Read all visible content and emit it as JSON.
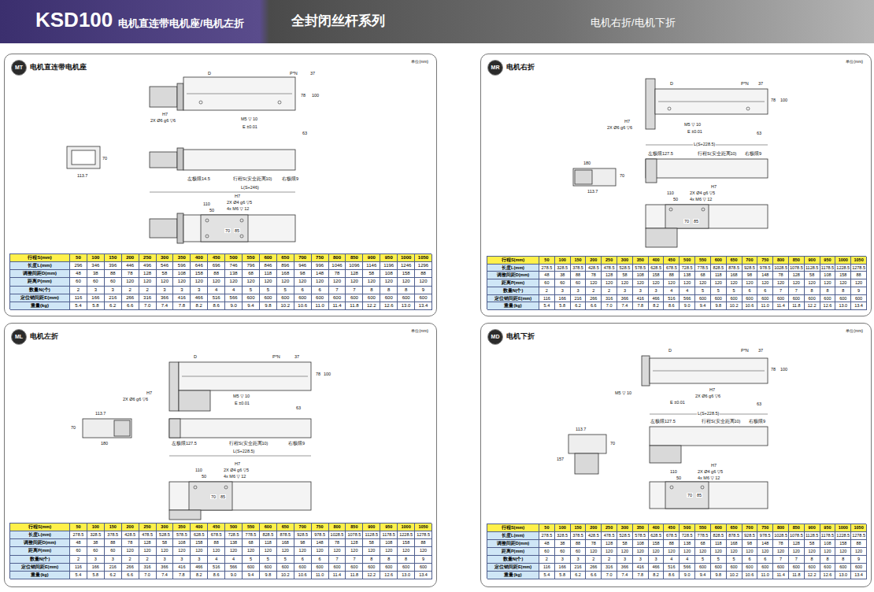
{
  "diagram": {
    "title": "KSD100",
    "nodes": [
      {
        "text": [
          "电机直连带电机座/电机左折",
          "全封闭丝杆系列",
          "电机右折/电机下折"
        ]
      },
      {
        "text": [
          "电机直连带电机座",
          "单位(mm)"
        ]
      },
      {
        "text": [
          "MT"
        ],
        "in": 1
      },
      {
        "text": [
          "电机右折",
          "单位(mm)"
        ]
      },
      {
        "text": [
          "MR"
        ],
        "in": 3
      },
      {
        "text": [
          "电机左折",
          "单位(mm)"
        ]
      },
      {
        "text": [
          "ML"
        ],
        "in": 5
      },
      {
        "text": [
          "电机下折",
          "单位(mm)"
        ]
      },
      {
        "text": [
          "MD"
        ],
        "in": 7
      }
    ],
    "labels": [
      "D",
      "P*N",
      "37",
      "78",
      "100",
      "H7",
      "2X Ø6 g6 ▽6",
      "M5 ▽ 10",
      "E ±0.01",
      "63",
      "70",
      "113.7",
      "左极限14.5",
      "行程S(安全距离10)",
      "右极限9",
      "L(S+246)",
      "H7",
      "2X Ø4 g6 ▽5",
      "110",
      "50",
      "4x M6 ▽ 12",
      "70",
      "85",
      "行程S(mm)",
      "50",
      "100",
      "150",
      "200",
      "250",
      "300",
      "350",
      "400",
      "450",
      "500",
      "550",
      "600",
      "650",
      "700",
      "750",
      "800",
      "850",
      "900",
      "950",
      "1000",
      "1050",
      "长度L(mm)",
      "296",
      "346",
      "396",
      "446",
      "496",
      "546",
      "596",
      "646",
      "696",
      "746",
      "796",
      "846",
      "896",
      "946",
      "996",
      "1046",
      "1096",
      "1146",
      "1196",
      "1246",
      "1296",
      "调整间距D(mm)",
      "48",
      "38",
      "88",
      "78",
      "128",
      "58",
      "108",
      "158",
      "88",
      "138",
      "68",
      "118",
      "168",
      "98",
      "148",
      "78",
      "128",
      "58",
      "108",
      "158",
      "88",
      "距离P(mm)",
      "60",
      "60",
      "60",
      "120",
      "120",
      "120",
      "120",
      "120",
      "120",
      "120",
      "120",
      "120",
      "120",
      "120",
      "120",
      "120",
      "120",
      "120",
      "120",
      "120",
      "120",
      "数量N(个)",
      "2",
      "3",
      "3",
      "2",
      "2",
      "3",
      "3",
      "3",
      "4",
      "4",
      "5",
      "5",
      "5",
      "6",
      "6",
      "7",
      "7",
      "8",
      "8",
      "8",
      "9",
      "定位销间距E(mm)",
      "116",
      "166",
      "216",
      "266",
      "316",
      "366",
      "416",
      "466",
      "516",
      "566",
      "600",
      "600",
      "600",
      "600",
      "600",
      "600",
      "600",
      "600",
      "600",
      "600",
      "600",
      "重量(kg)",
      "5.4",
      "5.8",
      "6.2",
      "6.6",
      "7.0",
      "7.4",
      "7.8",
      "8.2",
      "8.6",
      "9.0",
      "9.4",
      "9.8",
      "10.2",
      "10.6",
      "11.0",
      "11.4",
      "11.8",
      "12.2",
      "12.6",
      "13.0",
      "13.4",
      "D",
      "P*N",
      "37",
      "78",
      "100",
      "H7",
      "2X Ø6 g6 ▽6",
      "M5 ▽ 10",
      "E ±0.01",
      "63",
      "L(S+228.5)",
      "左极限127.5",
      "行程S(安全距离10)",
      "右极限9",
      "180",
      "70",
      "113.7",
      "110",
      "H7",
      "2X Ø4 g6 ▽5",
      "50",
      "4x M6 ▽ 12",
      "70",
      "85",
      "行程S(mm)",
      "50",
      "100",
      "150",
      "200",
      "250",
      "300",
      "350",
      "400",
      "450",
      "500",
      "550",
      "600",
      "650",
      "700",
      "750",
      "800",
      "850",
      "900",
      "950",
      "1000",
      "1050",
      "长度L(mm)",
      "278.5",
      "328.5",
      "378.5",
      "428.5",
      "478.5",
      "528.5",
      "578.5",
      "628.5",
      "678.5",
      "728.5",
      "778.5",
      "828.5",
      "878.5",
      "928.5",
      "978.5",
      "1028.5",
      "1078.5",
      "1128.5",
      "1178.5",
      "1228.5",
      "1278.5",
      "调整间距D(mm)",
      "48",
      "38",
      "88",
      "78",
      "128",
      "58",
      "108",
      "158",
      "88",
      "138",
      "68",
      "118",
      "168",
      "98",
      "148",
      "78",
      "128",
      "58",
      "108",
      "158",
      "88",
      "距离P(mm)",
      "60",
      "60",
      "60",
      "120",
      "120",
      "120",
      "120",
      "120",
      "120",
      "120",
      "120",
      "120",
      "120",
      "120",
      "120",
      "120",
      "120",
      "120",
      "120",
      "120",
      "120",
      "数量N(个)",
      "2",
      "3",
      "3",
      "2",
      "2",
      "3",
      "3",
      "3",
      "4",
      "4",
      "5",
      "5",
      "5",
      "6",
      "6",
      "7",
      "7",
      "8",
      "8",
      "8",
      "9",
      "定位销间距E(mm)",
      "116",
      "166",
      "216",
      "266",
      "316",
      "366",
      "416",
      "466",
      "516",
      "566",
      "600",
      "600",
      "600",
      "600",
      "600",
      "600",
      "600",
      "600",
      "600",
      "600",
      "600",
      "重量(kg)",
      "5.4",
      "5.8",
      "6.2",
      "6.6",
      "7.0",
      "7.4",
      "7.8",
      "8.2",
      "8.6",
      "9.0",
      "9.4",
      "9.8",
      "10.2",
      "10.6",
      "11.0",
      "11.4",
      "11.8",
      "12.2",
      "12.6",
      "13.0",
      "13.4",
      "D",
      "P*N",
      "37",
      "78",
      "100",
      "H7",
      "2X Ø6 g6 ▽6",
      "M5 ▽ 10",
      "E ±0.01",
      "63",
      "113.7",
      "70",
      "180",
      "左极限127.5",
      "行程S(安全距离10)",
      "右极限9",
      "L(S+228.5)",
      "H7",
      "2X Ø4 g6 ▽5",
      "110",
      "50",
      "4x M6 ▽ 12",
      "70",
      "85",
      "行程S(mm)",
      "50",
      "100",
      "150",
      "200",
      "250",
      "300",
      "350",
      "400",
      "450",
      "500",
      "550",
      "600",
      "650",
      "700",
      "750",
      "800",
      "850",
      "900",
      "950",
      "1000",
      "1050",
      "长度L(mm)",
      "278.5",
      "328.5",
      "378.5",
      "428.5",
      "478.5",
      "528.5",
      "578.5",
      "628.5",
      "678.5",
      "728.5",
      "778.5",
      "828.5",
      "878.5",
      "928.5",
      "978.5",
      "1028.5",
      "1078.5",
      "1128.5",
      "1178.5",
      "1228.5",
      "1278.5",
      "调整间距D(mm)",
      "48",
      "38",
      "88",
      "78",
      "128",
      "58",
      "108",
      "158",
      "88",
      "138",
      "68",
      "118",
      "168",
      "98",
      "148",
      "78",
      "128",
      "58",
      "108",
      "158",
      "88",
      "距离P(mm)",
      "60",
      "60",
      "60",
      "120",
      "120",
      "120",
      "120",
      "120",
      "120",
      "120",
      "120",
      "120",
      "120",
      "120",
      "120",
      "120",
      "120",
      "120",
      "120",
      "120",
      "120",
      "数量N(个)",
      "2",
      "3",
      "3",
      "2",
      "2",
      "3",
      "3",
      "3",
      "4",
      "4",
      "5",
      "5",
      "5",
      "6",
      "6",
      "7",
      "7",
      "8",
      "8",
      "8",
      "9",
      "定位销间距E(mm)",
      "116",
      "166",
      "216",
      "266",
      "316",
      "366",
      "416",
      "466",
      "516",
      "566",
      "600",
      "600",
      "600",
      "600",
      "600",
      "600",
      "600",
      "600",
      "600",
      "600",
      "600",
      "重量(kg)",
      "5.4",
      "5.8",
      "6.2",
      "6.6",
      "7.0",
      "7.4",
      "7.8",
      "8.2",
      "8.6",
      "9.0",
      "9.4",
      "9.8",
      "10.2",
      "10.6",
      "11.0",
      "11.4",
      "11.8",
      "12.2",
      "12.6",
      "13.0",
      "13.4",
      "D",
      "P*N",
      "37",
      "78",
      "100",
      "M5 ▽ 10",
      "H7",
      "2X Ø6 g6 ▽6",
      "E ±0.01",
      "63",
      "L(S+228.5)",
      "左极限127.5",
      "行程S(安全距离10)",
      "右极限9",
      "113.7",
      "70",
      "157",
      "H7",
      "2X Ø4 g6 ▽5",
      "4x M6 ▽ 12",
      "110",
      "50",
      "70",
      "85",
      "行程S(mm)",
      "50",
      "100",
      "150",
      "200",
      "250",
      "300",
      "350",
      "400",
      "450",
      "500",
      "550",
      "600",
      "650",
      "700",
      "750",
      "800",
      "850",
      "900",
      "950",
      "1000",
      "1050",
      "长度L(mm)",
      "278.5",
      "328.5",
      "378.5",
      "428.5",
      "478.5",
      "528.5",
      "578.5",
      "628.5",
      "678.5",
      "728.5",
      "778.5",
      "828.5",
      "878.5",
      "928.5",
      "978.5",
      "1028.5",
      "1078.5",
      "1128.5",
      "1178.5",
      "1228.5",
      "1278.5",
      "调整间距D(mm)",
      "48",
      "38",
      "88",
      "78",
      "128",
      "58",
      "108",
      "158",
      "88",
      "138",
      "68",
      "118",
      "168",
      "98",
      "148",
      "78",
      "128",
      "58",
      "108",
      "158",
      "88",
      "距离P(mm)",
      "60",
      "60",
      "60",
      "120",
      "120",
      "120",
      "120",
      "120",
      "120",
      "120",
      "120",
      "120",
      "120",
      "120",
      "120",
      "120",
      "120",
      "120",
      "120",
      "120",
      "120",
      "数量N(个)",
      "2",
      "3",
      "3",
      "2",
      "2",
      "3",
      "3",
      "3",
      "4",
      "4",
      "5",
      "5",
      "5",
      "6",
      "6",
      "7",
      "7",
      "8",
      "8",
      "8",
      "9",
      "定位销间距E(mm)",
      "116",
      "166",
      "216",
      "266",
      "316",
      "366",
      "416",
      "466",
      "516",
      "566",
      "600",
      "600",
      "600",
      "600",
      "600",
      "600",
      "600",
      "600",
      "600",
      "600",
      "600",
      "重量(kg)",
      "5.4",
      "5.8",
      "6.2",
      "6.6",
      "7.0",
      "7.4",
      "7.8",
      "8.2",
      "8.6",
      "9.0",
      "9.4",
      "9.8",
      "10.2",
      "10.6",
      "11.0",
      "11.4",
      "11.8",
      "12.2",
      "12.6",
      "13.0",
      "13.4"
    ]
  }
}
